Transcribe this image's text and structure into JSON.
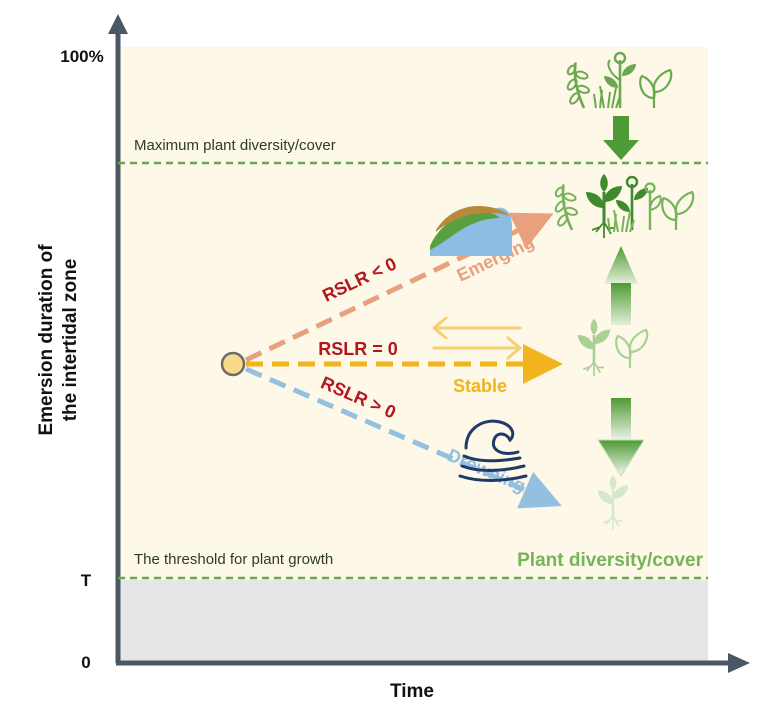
{
  "axes": {
    "y_title_line1": "Emersion duration of",
    "y_title_line2": "the intertidal zone",
    "x_title": "Time",
    "y_tick_top": "100%",
    "y_tick_threshold": "T",
    "y_tick_zero": "0"
  },
  "lines": {
    "max_label": "Maximum plant diversity/cover",
    "threshold_label": "The threshold for plant growth"
  },
  "scenarios": [
    {
      "condition": "RSLR < 0",
      "outcome": "Emerging",
      "color": "#e8a07e",
      "condition_color": "#b3161f"
    },
    {
      "condition": "RSLR = 0",
      "outcome": "Stable",
      "color": "#f1b41c",
      "condition_color": "#b3161f"
    },
    {
      "condition": "RSLR > 0",
      "outcome": "Drowning",
      "color": "#93bfe0",
      "condition_color": "#b3161f"
    }
  ],
  "result_label": "Plant diversity/cover",
  "icons": {
    "emerging": "land-emerging-icon",
    "stable": "double-arrow-icon",
    "drowning": "wave-icon",
    "plants": "plant-icon"
  },
  "colors": {
    "plant_dark": "#3f8a2e",
    "plant_mid": "#77b35a",
    "plant_light": "#a9d195",
    "plant_faint": "#d5e8cb",
    "background": "#fdf8e7",
    "below_threshold": "#e6e6e6",
    "dashed_line": "#6aa84f",
    "axis": "#4a5866"
  }
}
